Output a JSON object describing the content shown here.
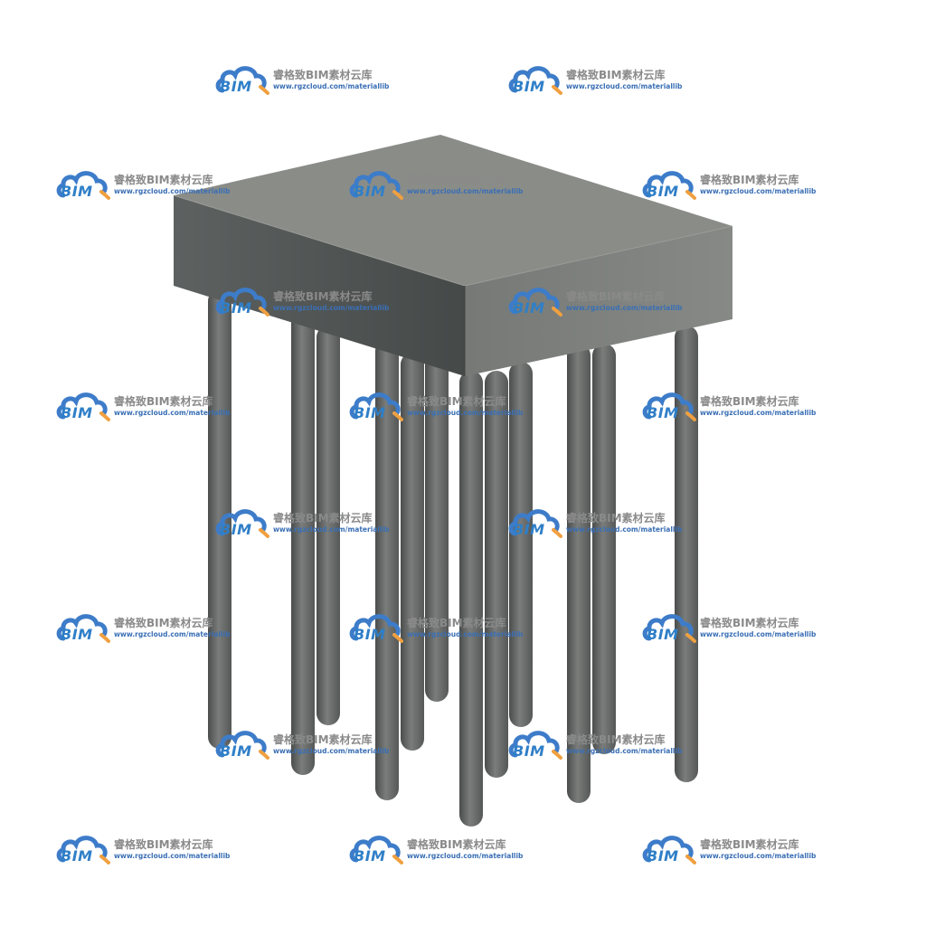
{
  "watermark": {
    "brand": "BIM",
    "title": "睿格致BIM素材云库",
    "url": "www.rgzcloud.com/materiallib",
    "cloud_color": "#3d7cc9",
    "accent_color": "#f0a040"
  },
  "model": {
    "cap_top_color": "#8a8c88",
    "cap_left_color": "#4f5352",
    "cap_right_color": "#7d807c",
    "pile_color": "#6e716f"
  }
}
